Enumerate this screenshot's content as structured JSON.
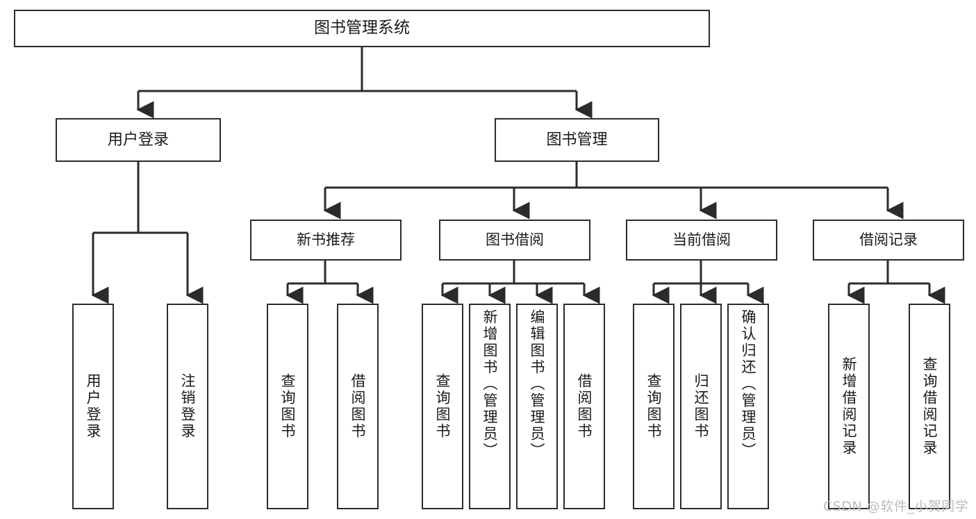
{
  "diagram": {
    "title": "图书管理系统",
    "type": "tree-hierarchy",
    "line_color": "#2b2b2b",
    "box_fill": "#ffffff",
    "text_color": "#1a1a1a"
  },
  "root": {
    "label": "图书管理系统"
  },
  "level2": [
    {
      "label": "用户登录"
    },
    {
      "label": "图书管理"
    }
  ],
  "level3": [
    {
      "label": "新书推荐"
    },
    {
      "label": "图书借阅"
    },
    {
      "label": "当前借阅"
    },
    {
      "label": "借阅记录"
    }
  ],
  "leaves": {
    "user_login": [
      {
        "label": "用户登录"
      },
      {
        "label": "注销登录"
      }
    ],
    "new_book": [
      {
        "label": "查询图书"
      },
      {
        "label": "借阅图书"
      }
    ],
    "book_borrow": [
      {
        "label": "查询图书"
      },
      {
        "label": "新增图书（管理员）"
      },
      {
        "label": "编辑图书（管理员）"
      },
      {
        "label": "借阅图书"
      }
    ],
    "current_borrow": [
      {
        "label": "查询图书"
      },
      {
        "label": "归还图书"
      },
      {
        "label": "确认归还（管理员）"
      }
    ],
    "borrow_record": [
      {
        "label": "新增借阅记录"
      },
      {
        "label": "查询借阅记录"
      }
    ]
  },
  "watermark": {
    "text": "CSDN @软件_小贺同学"
  }
}
